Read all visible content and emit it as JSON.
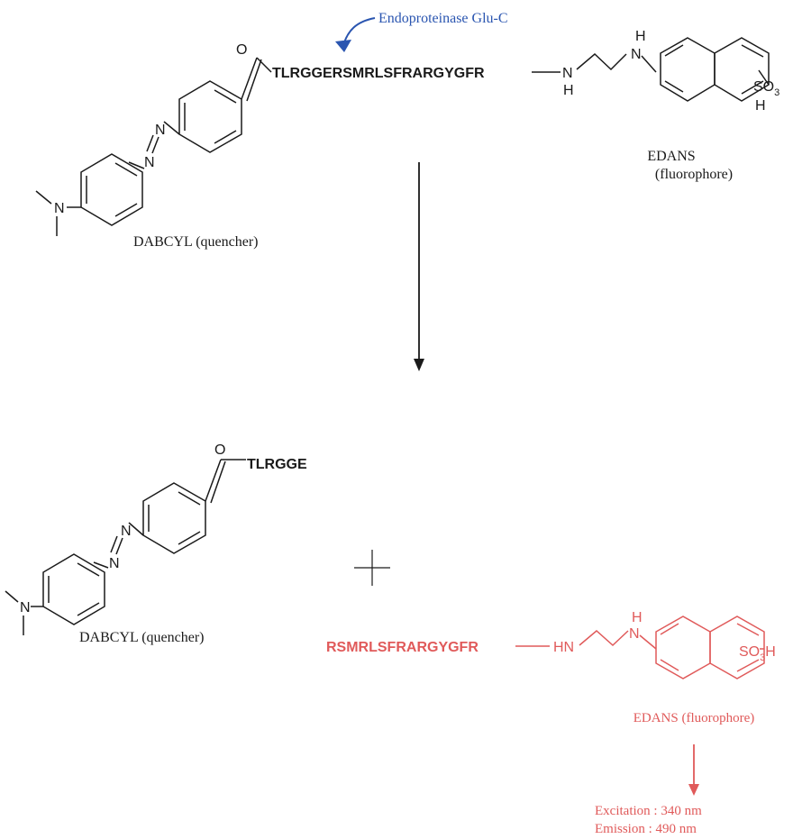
{
  "colors": {
    "ink": "#1a1a1a",
    "enzyme": "#2a55b0",
    "product": "#e05a5a"
  },
  "top": {
    "enzyme_label": "Endoproteinase Glu-C",
    "carbonyl_o": "O",
    "peptide": "TLRGGERSMRLSFRARGYGFR",
    "amine_n": "N",
    "amine_h": "H",
    "nh_h": "H",
    "nh_n": "N",
    "azo_n1": "N",
    "azo_n2": "N",
    "dimethyl_n": "N",
    "so3": "SO",
    "so3_sub": "3",
    "so3_h": "H",
    "dabcyl_label": "DABCYL (quencher)",
    "edans_label_1": "EDANS",
    "edans_label_2": "(fluorophore)"
  },
  "bottom": {
    "carbonyl_o": "O",
    "peptide": "TLRGGE",
    "azo_n1": "N",
    "azo_n2": "N",
    "dimethyl_n": "N",
    "dabcyl_label": "DABCYL (quencher)",
    "red_peptide": "RSMRLSFRARGYGFR",
    "hn": "HN",
    "nh_h": "H",
    "nh_n": "N",
    "so3h": "SO",
    "so3h_sub": "3",
    "so3h_h": "H",
    "edans_label": "EDANS (fluorophore)",
    "excitation": "Excitation : 340 nm",
    "emission": "Emission : 490 nm"
  }
}
